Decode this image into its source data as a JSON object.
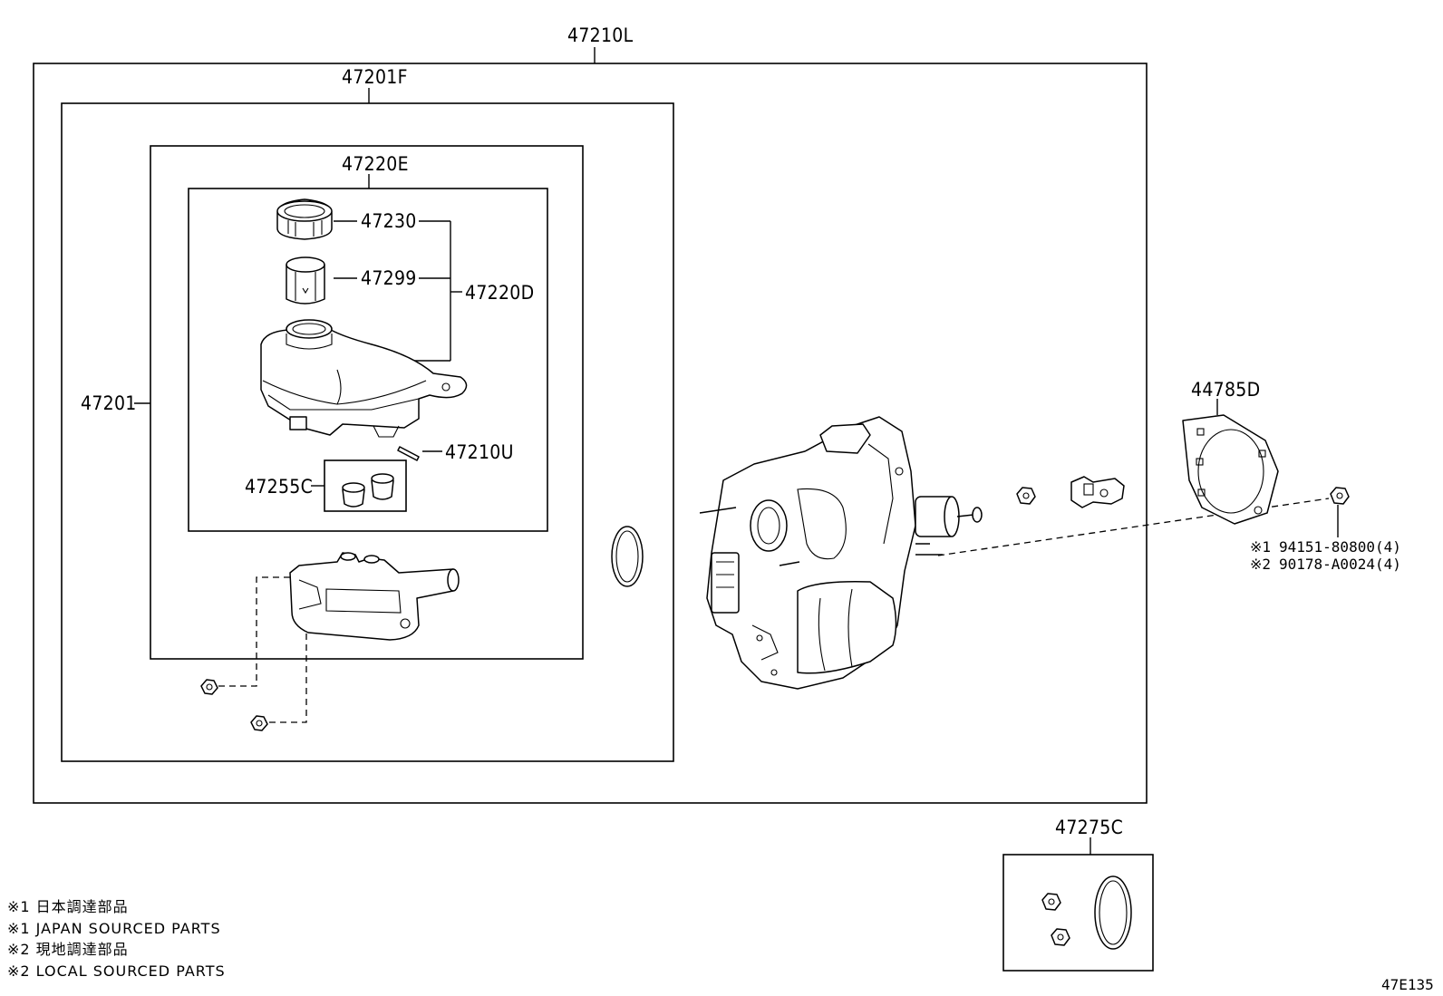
{
  "callouts": {
    "booster_assembly": "47210L",
    "master_cylinder_sub": "47201F",
    "reservoir_sub": "47220E",
    "cap": "47230",
    "strainer": "47299",
    "reservoir_set": "47220D",
    "master_cylinder": "47201",
    "pin": "47210U",
    "grommet_kit": "47255C",
    "gasket": "44785D",
    "kit_bottom": "47275C"
  },
  "nut_parts": [
    {
      "marker": "※1",
      "number": "94151-80800(4)"
    },
    {
      "marker": "※2",
      "number": "90178-A0024(4)"
    }
  ],
  "notes": [
    "※1 日本調達部品",
    "※1 JAPAN SOURCED PARTS",
    "※2 現地調達部品",
    "※2 LOCAL SOURCED PARTS"
  ],
  "figure_id": "47E135"
}
